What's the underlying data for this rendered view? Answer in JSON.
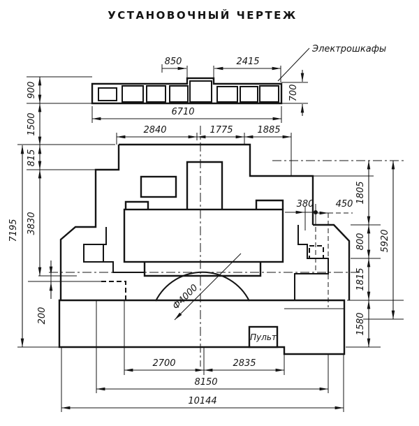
{
  "title": "УСТАНОВОЧНЫЙ ЧЕРТЕЖ",
  "labels": {
    "cabinets": "Электрошкафы",
    "console": "Пульт",
    "diameter": "Ф4000"
  },
  "colors": {
    "ink": "#141414",
    "paper": "#ffffff"
  },
  "dims": {
    "d850": "850",
    "d2415": "2415",
    "d700": "700",
    "d6710": "6710",
    "d2840": "2840",
    "d1775": "1775",
    "d1885": "1885",
    "d900": "900",
    "d1500": "1500",
    "d815": "815",
    "d3830": "3830",
    "d200": "200",
    "d7195": "7195",
    "d380": "380",
    "d450": "450",
    "d1805": "1805",
    "d800": "800",
    "d1815": "1815",
    "d1580": "1580",
    "d5920": "5920",
    "d2700": "2700",
    "d2835": "2835",
    "d8150": "8150",
    "d10144": "10144"
  }
}
